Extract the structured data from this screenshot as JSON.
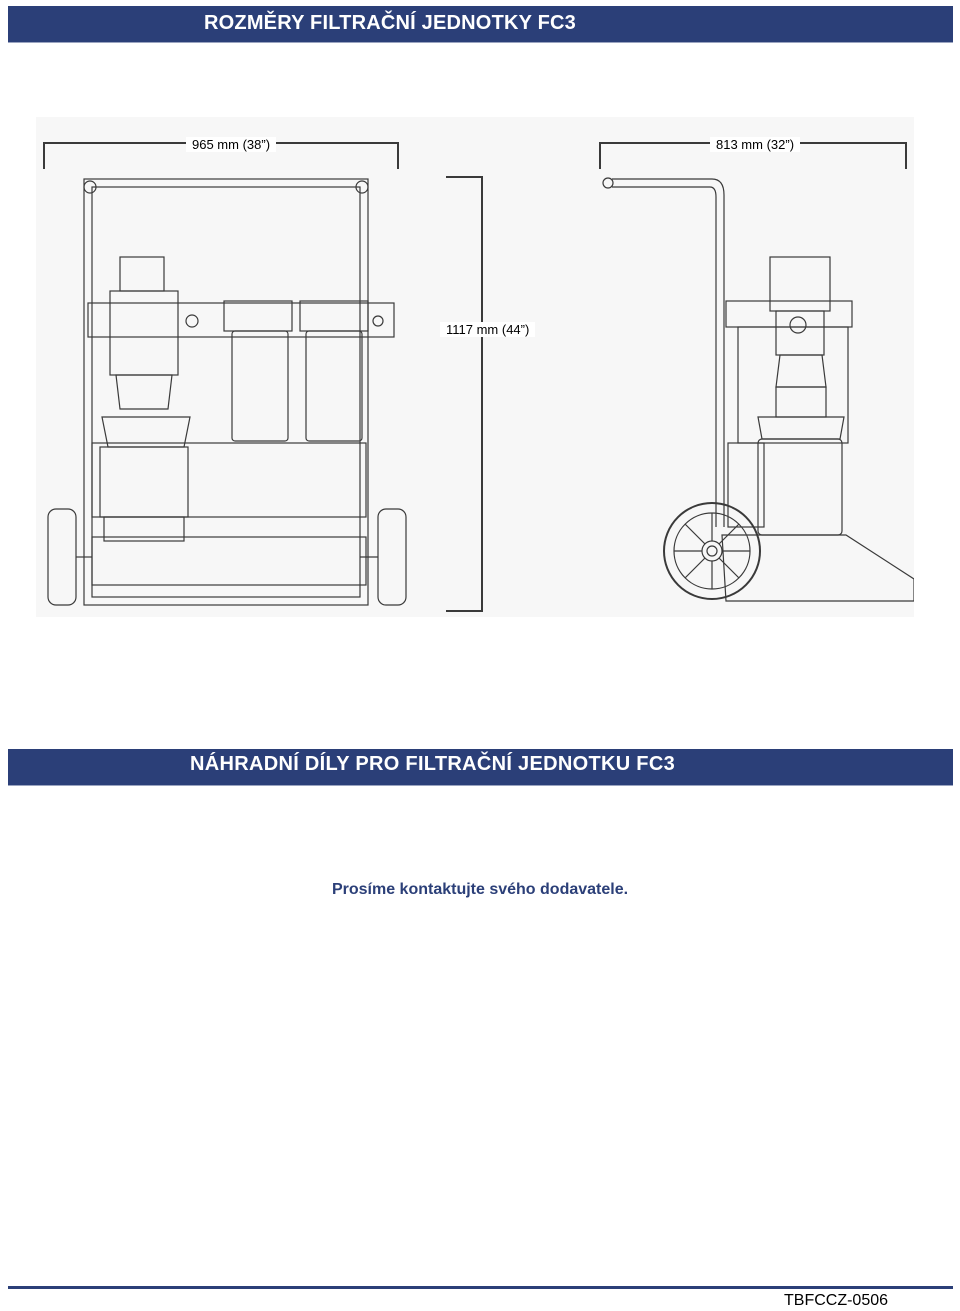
{
  "sections": {
    "dimensions_title": "ROZMĚRY FILTRAČNÍ JEDNOTKY FC3",
    "parts_title": "NÁHRADNÍ DÍLY PRO FILTRAČNÍ JEDNOTKU FC3"
  },
  "dimensions": {
    "width": "965 mm (38”)",
    "depth": "813 mm (32”)",
    "height": "1117 mm (44”)"
  },
  "parts": {
    "contact_text": "Prosíme kontaktujte svého dodavatele."
  },
  "footer": {
    "document_code": "TBFCCZ-0506"
  },
  "colors": {
    "banner": "#2b3f78",
    "drawing_line": "#3a3a3a"
  }
}
